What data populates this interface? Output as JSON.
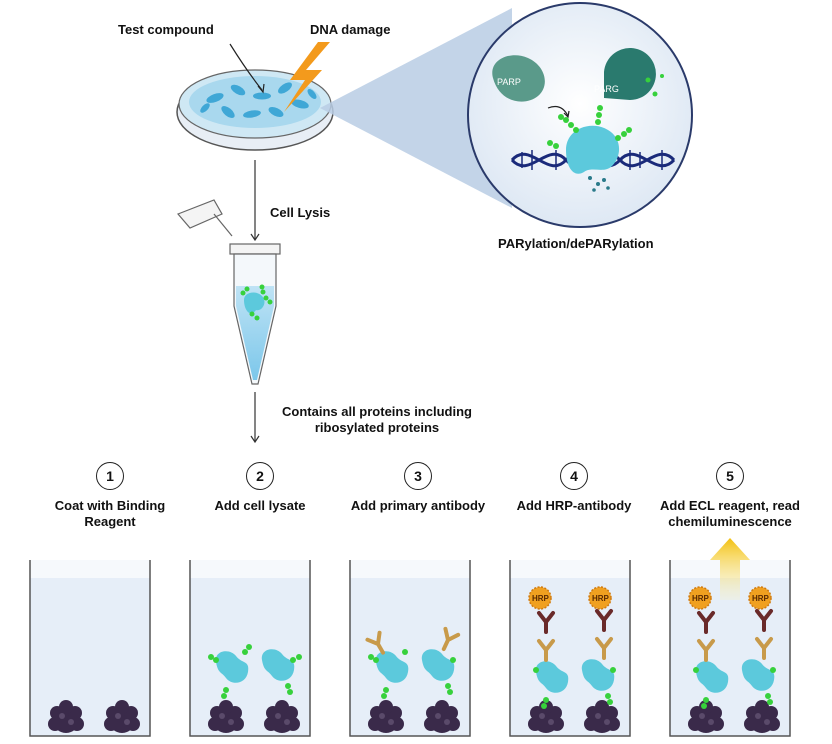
{
  "labels": {
    "test_compound": "Test compound",
    "dna_damage": "DNA damage",
    "cell_lysis": "Cell Lysis",
    "contains_proteins_line1": "Contains all proteins including",
    "contains_proteins_line2": "ribosylated proteins",
    "parylation": "PARylation/dePARylation",
    "parp": "PARP",
    "parg": "PARG"
  },
  "steps": [
    {
      "number": "1",
      "title_line1": "Coat with Binding",
      "title_line2": "Reagent"
    },
    {
      "number": "2",
      "title_line1": "Add cell lysate",
      "title_line2": ""
    },
    {
      "number": "3",
      "title_line1": "Add primary antibody",
      "title_line2": ""
    },
    {
      "number": "4",
      "title_line1": "Add HRP-antibody",
      "title_line2": ""
    },
    {
      "number": "5",
      "title_line1": "Add ECL reagent, read",
      "title_line2": "chemiluminescence"
    }
  ],
  "hrp_label": "HRP",
  "colors": {
    "protein": "#5cc9dc",
    "par_chain": "#37d13c",
    "dna_blue": "#1a2a7a",
    "binding_reagent": "#3a2a4a",
    "primary_antibody": "#c89a4a",
    "hrp_antibody": "#6a2a2a",
    "hrp_star": "#f0a020",
    "ecl_arrow": "#f2c010",
    "well_liquid": "#e6eef8"
  }
}
